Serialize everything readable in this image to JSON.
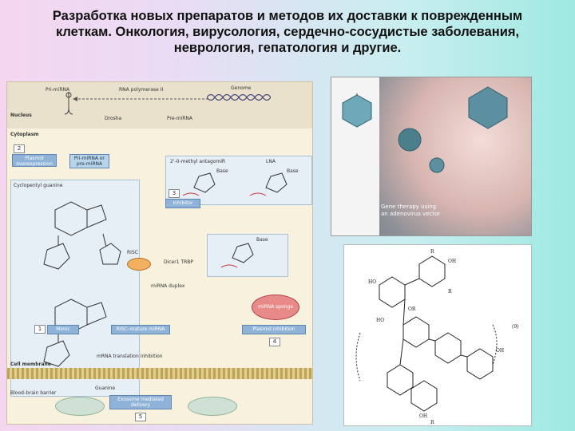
{
  "title": {
    "line1": "Разработка новых препаратов и методов их доставки к поврежденным",
    "line2": "клеткам. Онкология, вирусология, сердечно-сосудистые заболевания,",
    "line3": "неврология, гепатология и другие."
  },
  "pathway": {
    "labels": {
      "pri_mirna": "Pri-miRNA",
      "rna_pol": "RNA polymerase II",
      "genome": "Genome",
      "nucleus": "Nucleus",
      "drosha": "Drosha",
      "pre_mirna": "Pre-miRNA",
      "cytoplasm": "Cytoplasm",
      "plasmid_overexpression": "Plasmid overexpression",
      "pri_pre": "Pri-miRNA or pre-miRNA",
      "cyclopentylguanine": "Cyclopentyl guanine",
      "antagomir": "2'-0-methyl antagomiR",
      "lna": "LNA",
      "base": "Base",
      "inhibitor": "Inhibitor",
      "risc": "RISC",
      "dicer": "Dicer1 TRBP",
      "duplex": "miRNA duplex",
      "guanine": "Guanine",
      "mimic": "Mimic",
      "risc_mature": "RISC–mature miRNA",
      "sponge": "miRNA sponge",
      "plasmid_inhibition": "Plasmid inhibition",
      "translation_inhibition": "mRNA translation inhibition",
      "cell_membrane": "Cell membrane",
      "bbb": "Blood–brain barrier",
      "exosome": "Exosome mediated delivery"
    },
    "badges": [
      "1",
      "2",
      "3",
      "4",
      "5"
    ]
  },
  "virus_figure": {
    "caption1": "Gene therapy using",
    "caption2": "an adenovirus vector"
  },
  "chem": {
    "labels": [
      "R",
      "OH",
      "HO",
      "OR",
      "R",
      "(9)",
      "HO",
      "OH",
      "OH",
      "R"
    ]
  }
}
